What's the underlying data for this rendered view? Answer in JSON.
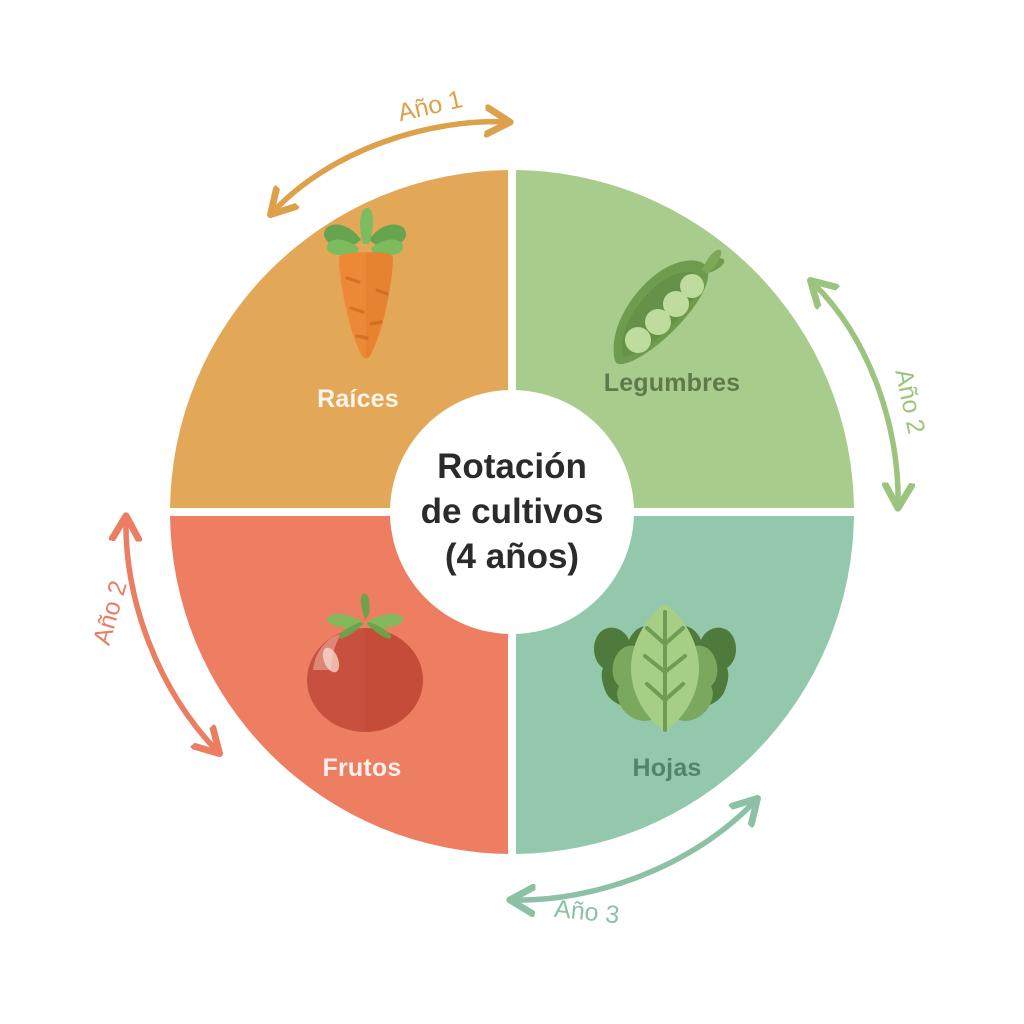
{
  "diagram": {
    "type": "crop-rotation-cycle",
    "center": {
      "line1": "Rotación",
      "line2": "de cultivos",
      "line3": "(4 años)",
      "background_color": "#FFFFFF",
      "text_color": "#2B2B2B"
    },
    "background_color": "#FFFFFF",
    "quadrants": [
      {
        "id": "roots",
        "label": "Raíces",
        "position": "top-left",
        "color": "#E3A857",
        "label_color": "#FDF5EA",
        "icon": "carrot-icon"
      },
      {
        "id": "legumes",
        "label": "Legumbres",
        "position": "top-right",
        "color": "#A8CC8C",
        "label_color": "#5E7A4C",
        "icon": "pea-pod-icon"
      },
      {
        "id": "fruits",
        "label": "Frutos",
        "position": "bottom-left",
        "color": "#EE7E62",
        "label_color": "#FDF0EC",
        "icon": "tomato-icon"
      },
      {
        "id": "leaves",
        "label": "Hojas",
        "position": "bottom-right",
        "color": "#94C8AC",
        "label_color": "#51846A",
        "icon": "lettuce-icon"
      }
    ],
    "arrows": [
      {
        "id": "arrow-top",
        "label": "Año 1",
        "position": "top",
        "color": "#DDA košice",
        "arrow_color": "#DDA14B",
        "label_color": "#DDA14B"
      },
      {
        "id": "arrow-right",
        "label": "Año 2",
        "position": "right",
        "arrow_color": "#9CC47F",
        "label_color": "#9CC47F"
      },
      {
        "id": "arrow-left",
        "label": "Año 2",
        "position": "left",
        "arrow_color": "#EB7D62",
        "label_color": "#EB7D62"
      },
      {
        "id": "arrow-bottom",
        "label": "Año 3",
        "position": "bottom",
        "arrow_color": "#8CC1A5",
        "label_color": "#8CC1A5"
      }
    ]
  }
}
